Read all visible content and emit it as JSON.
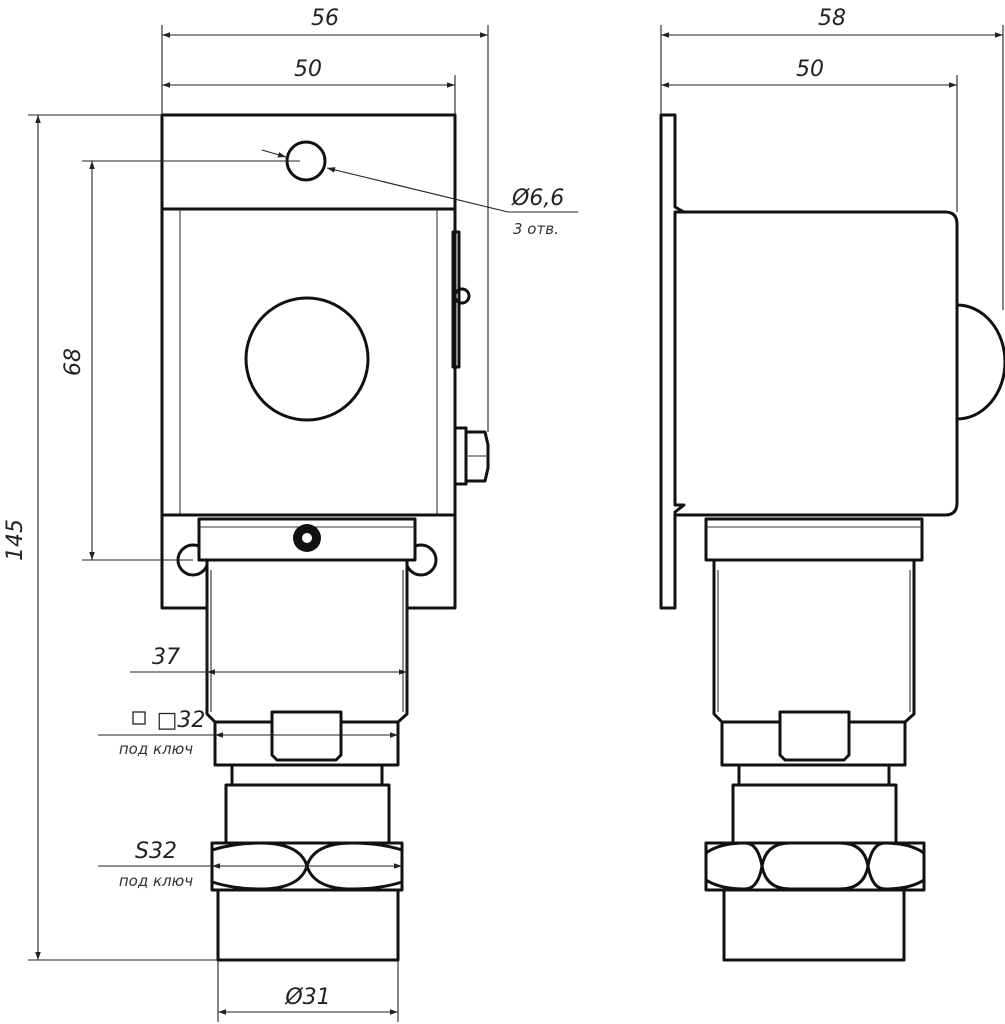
{
  "front_view": {
    "dim_overall_width": "56",
    "dim_body_width": "50",
    "dim_height_total": "145",
    "dim_hole_spacing": "68",
    "hole_callout": "Ø6,6",
    "hole_note": "3 отв.",
    "dim_housing_width": "37",
    "dim_square_wrench": "□32",
    "dim_square_note": "под ключ",
    "dim_hex_wrench": "S32",
    "dim_hex_note": "под ключ",
    "dim_thread_diameter": "Ø31"
  },
  "side_view": {
    "dim_overall_depth": "58",
    "dim_body_depth": "50"
  }
}
